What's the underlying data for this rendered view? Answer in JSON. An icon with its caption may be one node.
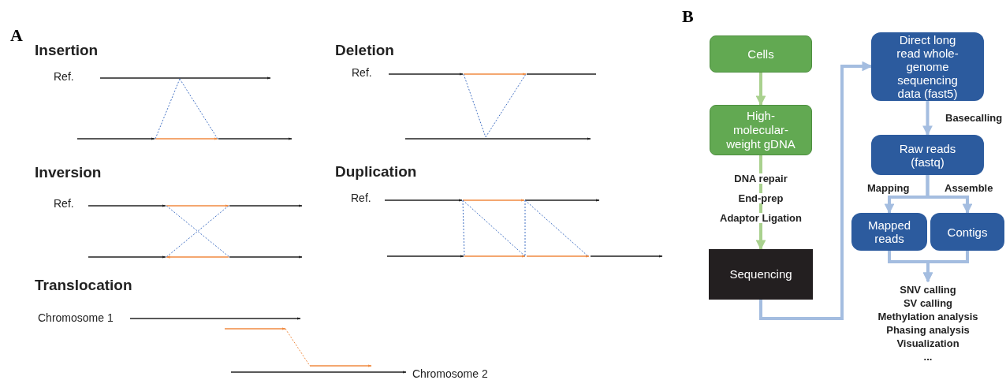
{
  "diagram": {
    "nodes": [
      {
        "text": [
          "Cells"
        ]
      },
      {
        "text": [
          "High-molecular-weight gDNA"
        ]
      },
      {
        "text": [
          "Sequencing"
        ]
      },
      {
        "text": [
          "Direct long read whole-genome sequencing data (fast5)"
        ]
      },
      {
        "text": [
          "Raw reads (fastq)"
        ]
      },
      {
        "text": [
          "Mapped reads"
        ]
      },
      {
        "text": [
          "Contigs"
        ]
      },
      {
        "text": [
          "SNV calling",
          "SV calling",
          "Methylation analysis",
          "Phasing analysis",
          "Visualization",
          "..."
        ]
      }
    ],
    "edges": [
      {
        "from": 0,
        "to": 1,
        "arrow": "to",
        "color": "#a9d18e"
      },
      {
        "from": 1,
        "to": 2,
        "arrow": "to",
        "color": "#a9d18e"
      },
      {
        "from": 2,
        "to": 3,
        "arrow": "to"
      },
      {
        "from": 3,
        "to": 4,
        "arrow": "to",
        "label": "Basecalling"
      },
      {
        "from": 4,
        "to": 5,
        "arrow": "to",
        "label": "Mapping"
      },
      {
        "from": 4,
        "to": 6,
        "arrow": "to",
        "label": "Assemble"
      },
      {
        "from": 5,
        "to": 7,
        "arrow": "to"
      },
      {
        "from": 6,
        "to": 7,
        "arrow": "to"
      }
    ],
    "labels": [
      "A",
      "Insertion",
      "Ref.",
      "Deletion",
      "Ref.",
      "Inversion",
      "Ref.",
      "Duplication",
      "Ref.",
      "Translocation",
      "Chromosome 1",
      "Chromosome 2",
      "B",
      "DNA repair",
      "End-prep",
      "Adaptor Ligation"
    ]
  }
}
